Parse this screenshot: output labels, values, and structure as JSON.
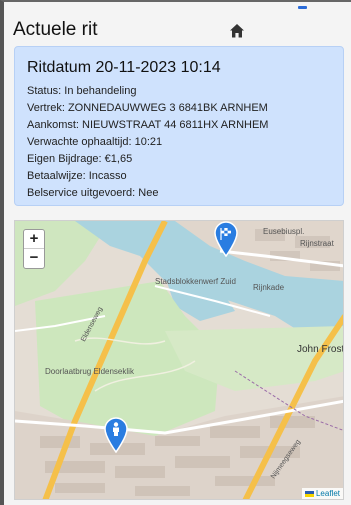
{
  "header": {
    "title": "Actuele rit",
    "home_icon": "home-icon"
  },
  "ride": {
    "title": "Ritdatum 20-11-2023 10:14",
    "status": "Status: In behandeling",
    "departure": "Vertrek: ZONNEDAUWWEG 3 6841BK ARNHEM",
    "arrival": "Aankomst: NIEUWSTRAAT 44 6811HX ARNHEM",
    "expected_pickup": "Verwachte ophaaltijd: 10:21",
    "own_contribution": "Eigen Bijdrage: €1,65",
    "payment_method": "Betaalwijze: Incasso",
    "bell_service": "Belservice uitgevoerd: Nee"
  },
  "map": {
    "zoom_in": "+",
    "zoom_out": "−",
    "labels": {
      "john_frost": "John Frostbr",
      "bridge": "Doorlaatbrug Eldenseklik",
      "harbour": "Stadsblokkenwerf Zuid",
      "ferry": "Rijnkade",
      "street_top": "Eusebiuspl.",
      "street_right": "Rijnstraat",
      "road_left": "Eldenseweg",
      "road_right": "Nijmeegseweg"
    },
    "attribution": "Leaflet",
    "colors": {
      "water": "#aad3df",
      "park": "#c8e3b8",
      "built": "#d9d0c9",
      "road": "#f7c24a"
    }
  }
}
